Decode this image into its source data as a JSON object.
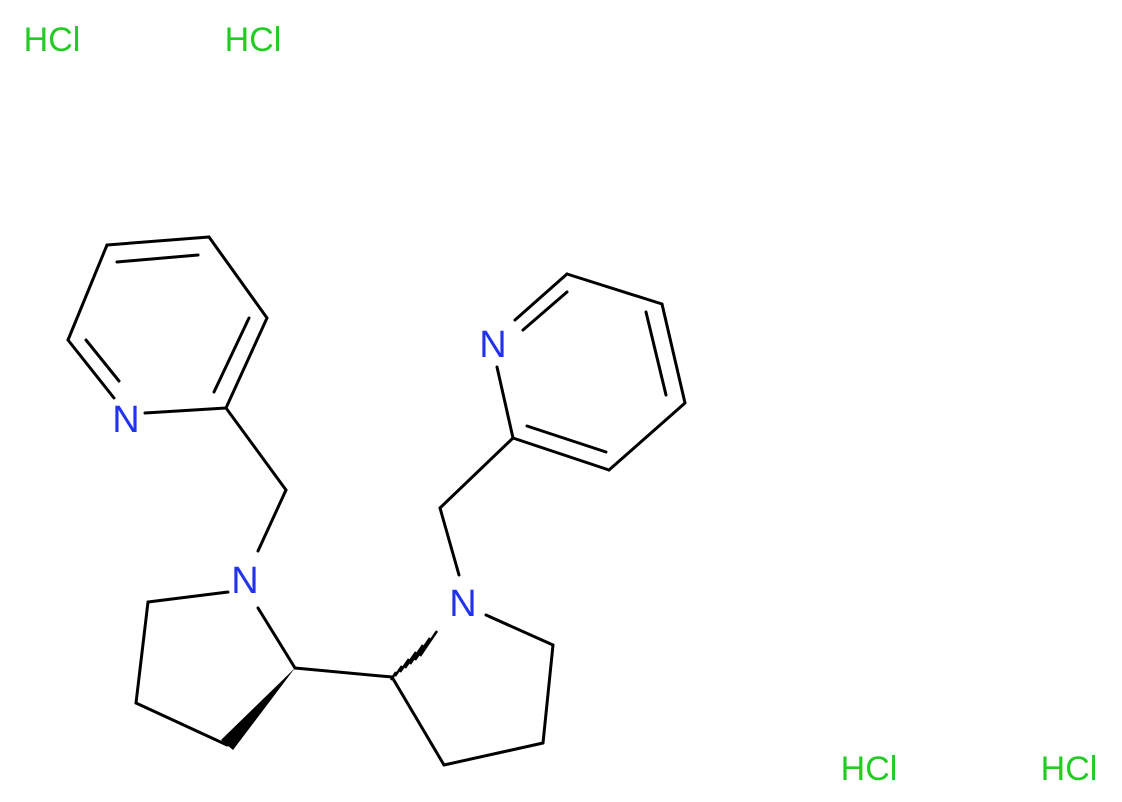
{
  "molecule": {
    "atoms": {
      "n_pyridine_left": "N",
      "n_pyrrolidine_left": "N",
      "n_pyrrolidine_right": "N",
      "n_pyridine_right": "N"
    },
    "salts": [
      "HCl",
      "HCl",
      "HCl",
      "HCl"
    ]
  },
  "colors": {
    "bond": "#000000",
    "nitrogen": "#2233ee",
    "salt": "#22cc22"
  }
}
